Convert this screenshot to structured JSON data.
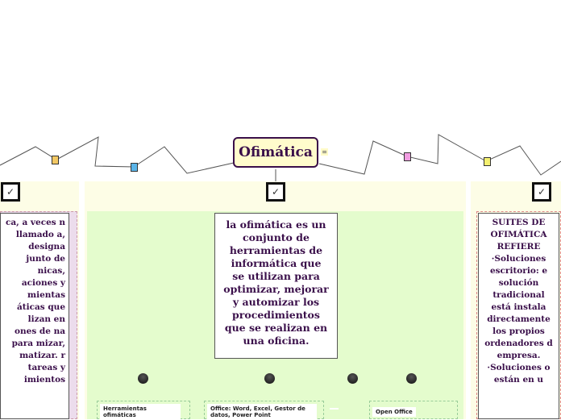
{
  "root": {
    "title": "Ofimática",
    "notes_icon": "notes-icon"
  },
  "left": {
    "text": "ca, a veces n llamado a, designa junto de nicas, aciones y mientas áticas que lizan en ones de na para mizar, matizar. r tareas y imientos"
  },
  "center": {
    "text": "la ofimática es un conjunto de herramientas de informática que se utilizan para optimizar, mejorar y automizar los procedimientos que se realizan en una oficina.",
    "children": [
      "Herramientas ofimáticas",
      "Office: Word, Excel, Gestor de datos, Power Point",
      "",
      "Open Office"
    ]
  },
  "right": {
    "text": "SUITES DE OFIMÁTICA REFIERE ·Soluciones escritorio: e solución tradicional está instala directamente los propios ordenadores d empresa. ·Soluciones o están en u"
  },
  "colors": {
    "root_bg": "#fffccc",
    "root_border": "#3a0f4a",
    "text": "#3a0f4a",
    "panel": "#fdfde6",
    "green": "#e4fccd"
  }
}
